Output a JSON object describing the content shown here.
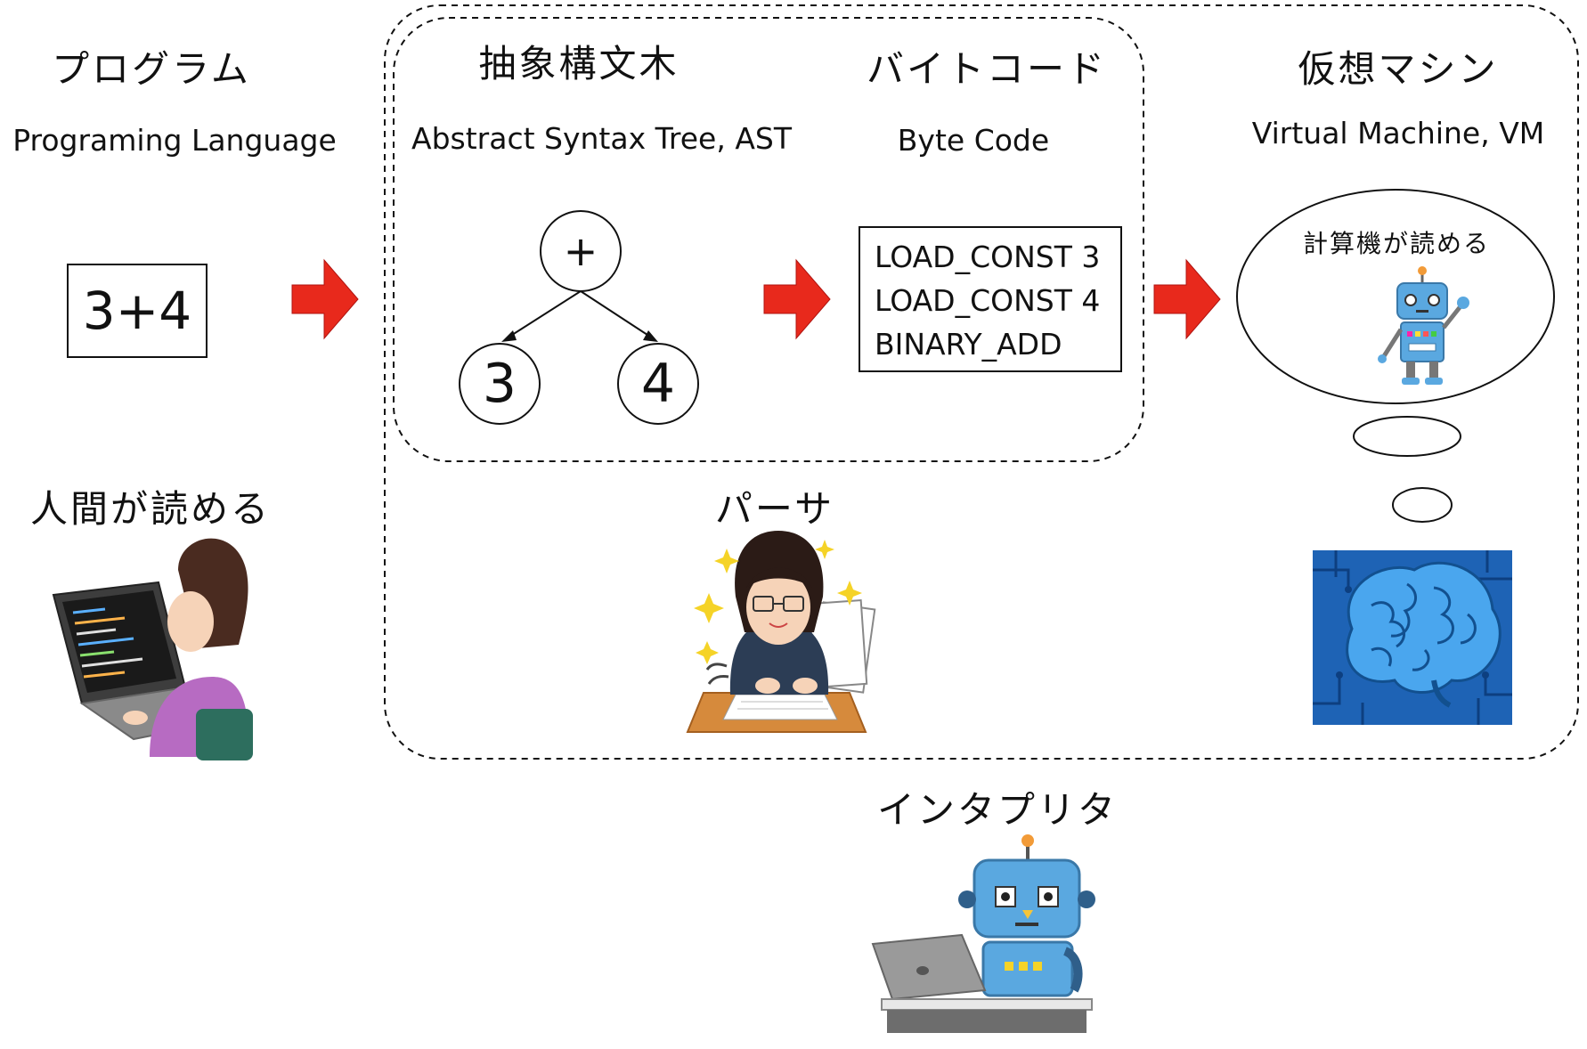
{
  "program": {
    "title": "プログラム",
    "subtitle": "Programing Language",
    "expression": "3+4",
    "human_readable": "人間が読める"
  },
  "ast": {
    "title": "抽象構文木",
    "subtitle": "Abstract Syntax Tree, AST",
    "root": "+",
    "left": "3",
    "right": "4"
  },
  "bytecode": {
    "title": "バイトコード",
    "subtitle": "Byte Code",
    "lines": [
      "LOAD_CONST 3",
      "LOAD_CONST 4",
      "BINARY_ADD"
    ]
  },
  "vm": {
    "title": "仮想マシン",
    "subtitle": "Virtual Machine, VM",
    "thought": "計算機が読める"
  },
  "parser_label": "パーサ",
  "interpreter_label": "インタプリタ",
  "colors": {
    "arrow": "#e8291c",
    "stroke": "#111111",
    "brain_bg": "#1e63b5",
    "robot": "#5aa8e0"
  }
}
